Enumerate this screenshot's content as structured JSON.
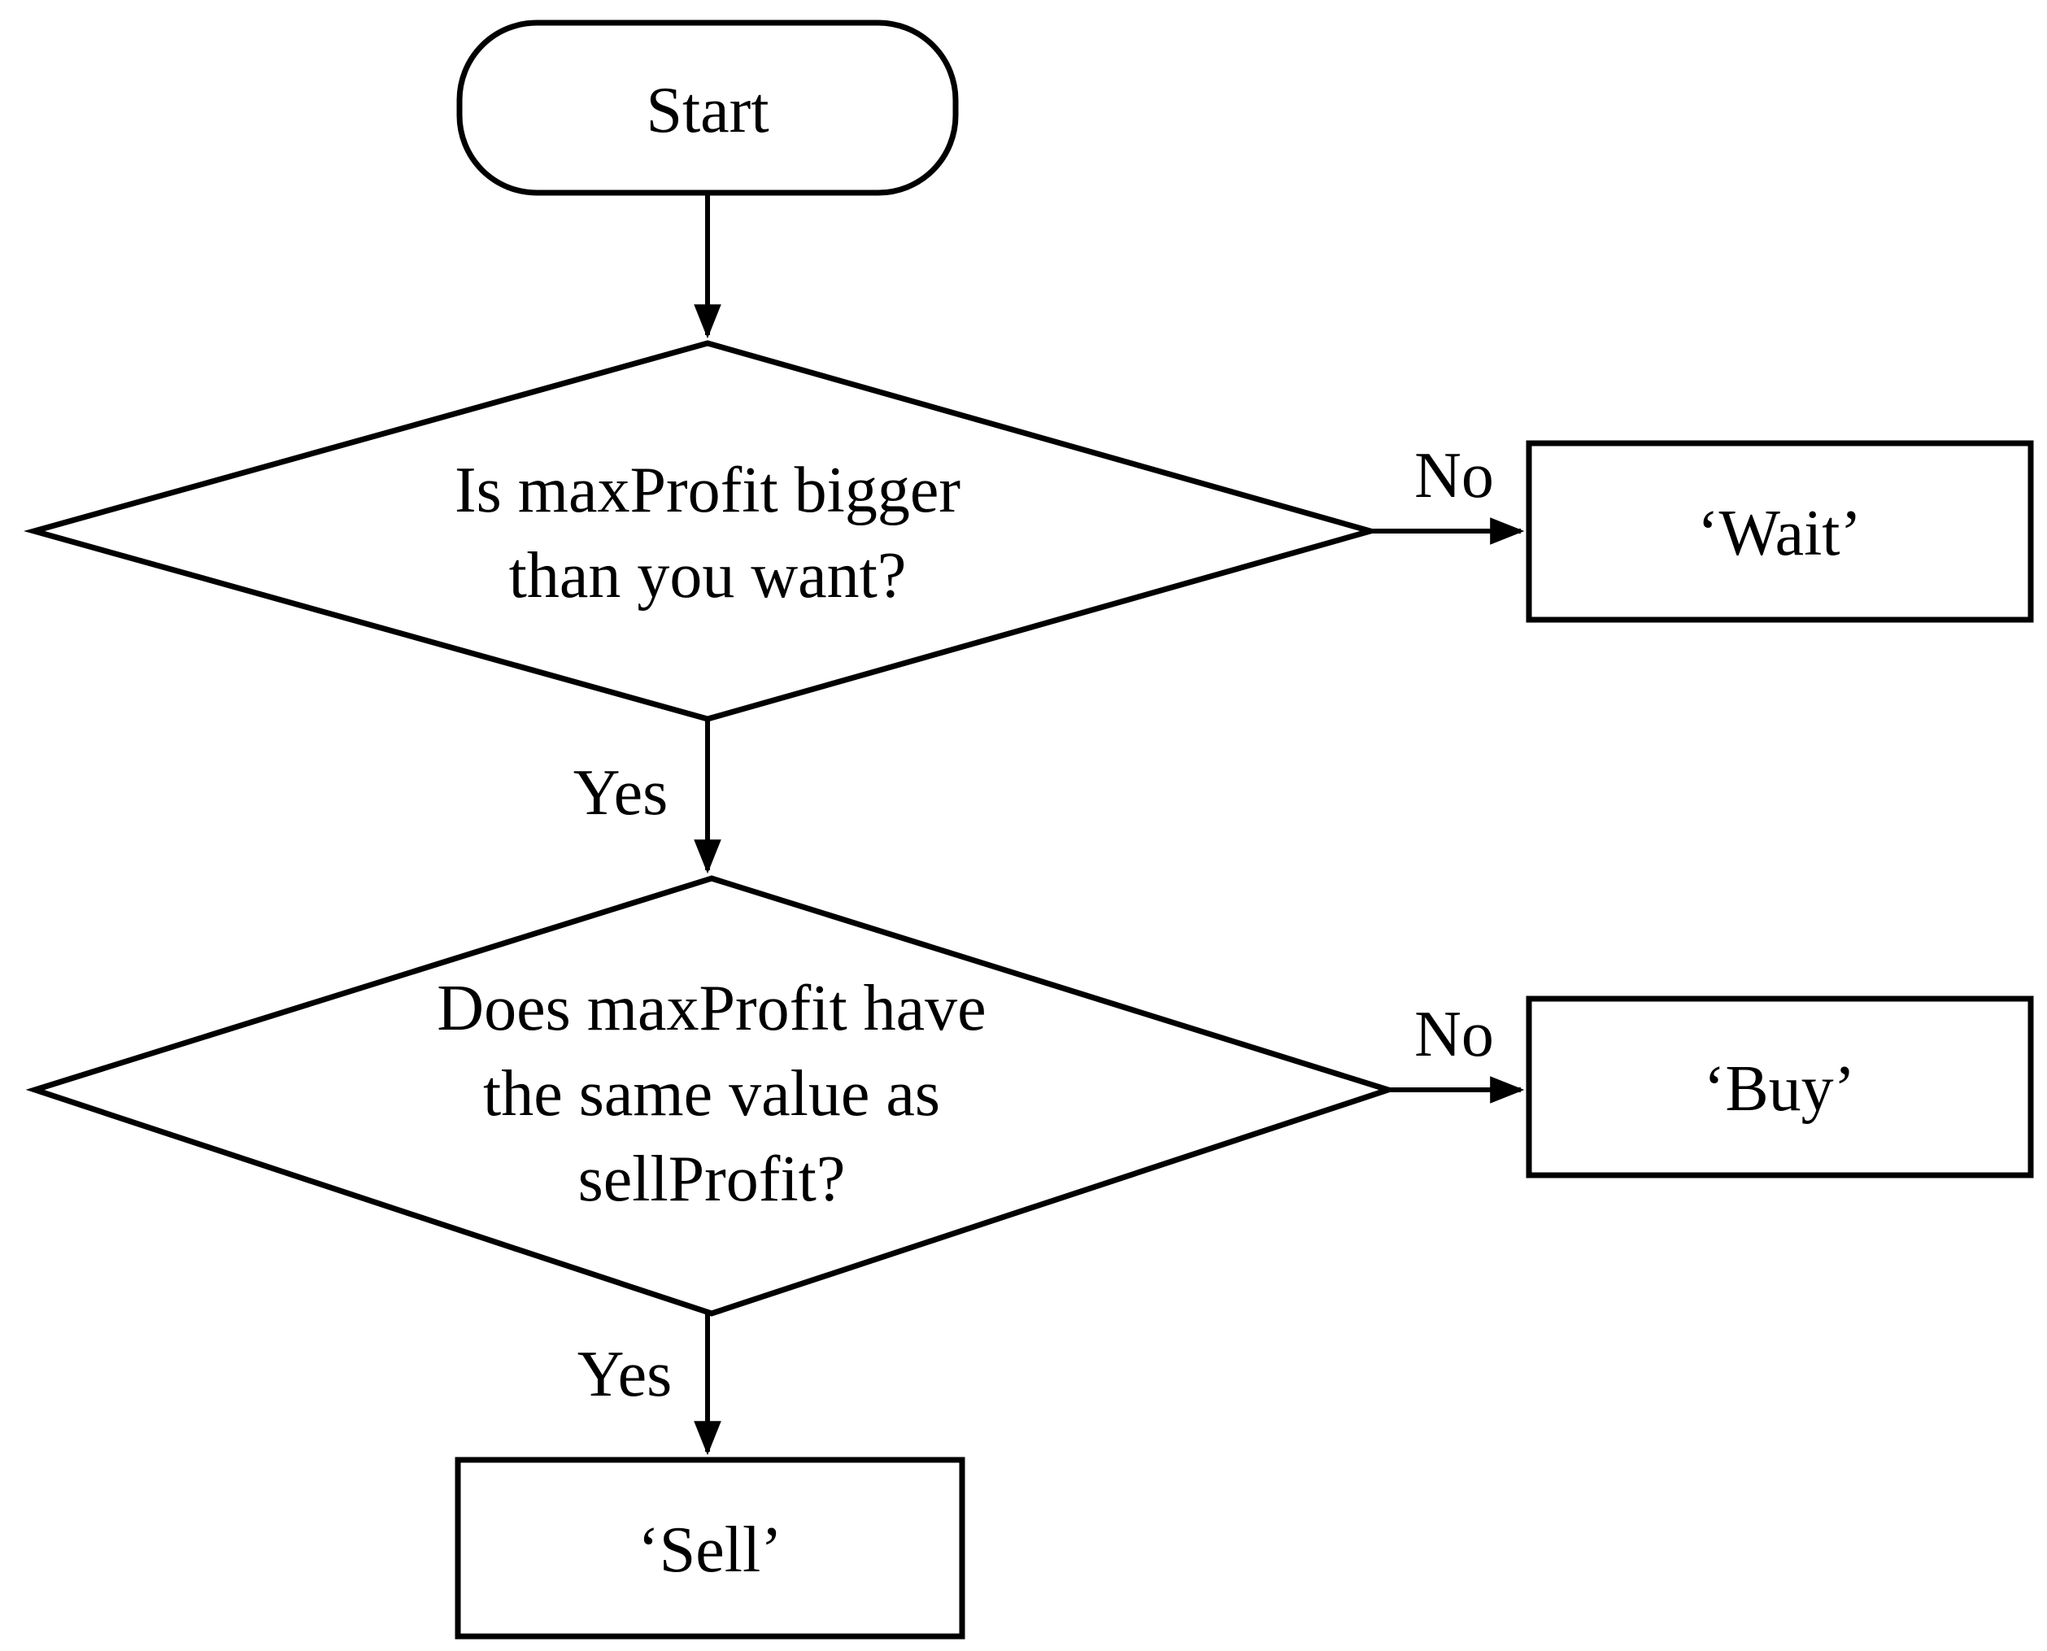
{
  "diagram_type": "flowchart",
  "nodes": {
    "start": {
      "shape": "terminator",
      "label": "Start"
    },
    "decision1": {
      "shape": "decision",
      "lines": [
        "Is maxProfit bigger",
        "than you want?"
      ]
    },
    "wait": {
      "shape": "process",
      "label": "‘Wait’"
    },
    "decision2": {
      "shape": "decision",
      "lines": [
        "Does maxProfit have",
        "the same value as",
        "sellProfit?"
      ]
    },
    "buy": {
      "shape": "process",
      "label": "‘Buy’"
    },
    "sell": {
      "shape": "process",
      "label": "‘Sell’"
    }
  },
  "edges": {
    "decision1_no_label": "No",
    "decision1_yes_label": "Yes",
    "decision2_no_label": "No",
    "decision2_yes_label": "Yes"
  },
  "colors": {
    "stroke": "#000000",
    "shape_fill": "#ffffff",
    "background": "#ffffff"
  }
}
